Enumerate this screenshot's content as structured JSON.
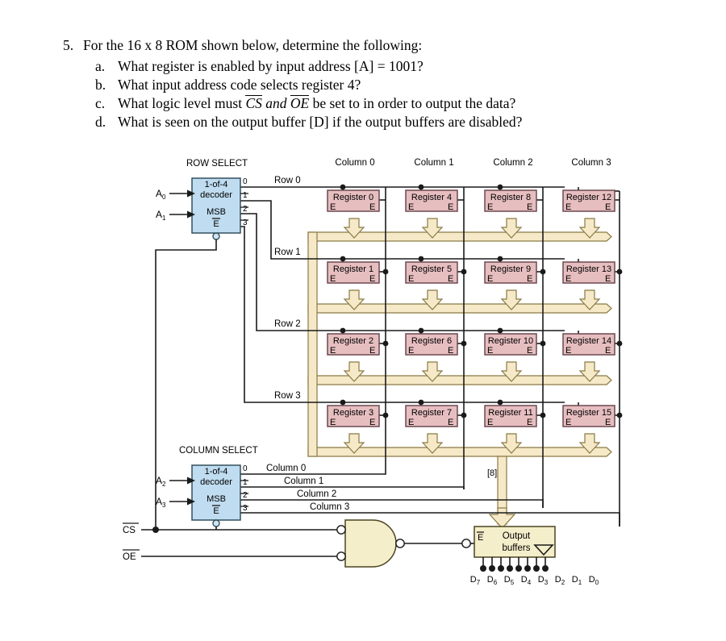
{
  "question": {
    "number": "5.",
    "stem": "For the 16 x 8 ROM shown below, determine the following:",
    "items": [
      {
        "label": "a.",
        "text_before": "What register is enabled by input address [A] = 1001?",
        "overline1": "",
        "text_mid": "",
        "overline2": "",
        "text_after": ""
      },
      {
        "label": "b.",
        "text_before": "What input address code selects register 4?",
        "overline1": "",
        "text_mid": "",
        "overline2": "",
        "text_after": ""
      },
      {
        "label": "c.",
        "text_before": "What logic level must ",
        "overline1": "CS",
        "text_mid": " and ",
        "overline2": "OE",
        "text_after": " be set to in order to output the data?"
      },
      {
        "label": "d.",
        "text_before": "What is seen on the output buffer [D] if the output buffers are disabled?",
        "overline1": "",
        "text_mid": "",
        "overline2": "",
        "text_after": ""
      }
    ]
  },
  "diagram": {
    "row_select_title": "ROW SELECT",
    "column_select_title": "COLUMN SELECT",
    "row_decoder": {
      "line1": "1-of-4",
      "line2": "decoder",
      "msb": "MSB",
      "enable": "E",
      "inputs": [
        "A",
        "A"
      ],
      "input_subs": [
        "0",
        "1"
      ],
      "output_numbers": [
        "0",
        "1",
        "2",
        "3"
      ]
    },
    "column_decoder": {
      "line1": "1-of-4",
      "line2": "decoder",
      "msb": "MSB",
      "enable": "E",
      "inputs": [
        "A",
        "A"
      ],
      "input_subs": [
        "2",
        "3"
      ],
      "output_numbers": [
        "0",
        "1",
        "2",
        "3"
      ]
    },
    "row_labels": [
      "Row 0",
      "Row 1",
      "Row 2",
      "Row 3"
    ],
    "column_labels": [
      "Column 0",
      "Column 1",
      "Column 2",
      "Column 3"
    ],
    "column_select_lines": [
      "Column 0",
      "Column 1",
      "Column 2",
      "Column 3"
    ],
    "registers": [
      [
        "Register 0",
        "Register 4",
        "Register 8",
        "Register 12"
      ],
      [
        "Register 1",
        "Register 5",
        "Register 9",
        "Register 13"
      ],
      [
        "Register 2",
        "Register 6",
        "Register 10",
        "Register 14"
      ],
      [
        "Register 3",
        "Register 7",
        "Register 11",
        "Register 15"
      ]
    ],
    "register_enable_label": "E",
    "bus_width_label": "[8]",
    "output_buffers": {
      "line1": "Output",
      "line2": "buffers",
      "enable": "E"
    },
    "data_outputs": [
      {
        "name": "D",
        "sub": "7"
      },
      {
        "name": "D",
        "sub": "6"
      },
      {
        "name": "D",
        "sub": "5"
      },
      {
        "name": "D",
        "sub": "4"
      },
      {
        "name": "D",
        "sub": "3"
      },
      {
        "name": "D",
        "sub": "2"
      },
      {
        "name": "D",
        "sub": "1"
      },
      {
        "name": "D",
        "sub": "0"
      }
    ],
    "control_inputs": [
      {
        "label": "CS"
      },
      {
        "label": "OE"
      }
    ],
    "colors": {
      "register_fill": "#e7bec0",
      "register_border": "#6b4850",
      "decoder_fill": "#bfdcf0",
      "decoder_border": "#33505f",
      "bus_fill": "#f5e9c8",
      "bus_border": "#8a7a43",
      "gate_fill": "#f5eecb",
      "gate_border": "#4a4420",
      "wire": "#1a1a1a",
      "text": "#000000"
    }
  }
}
